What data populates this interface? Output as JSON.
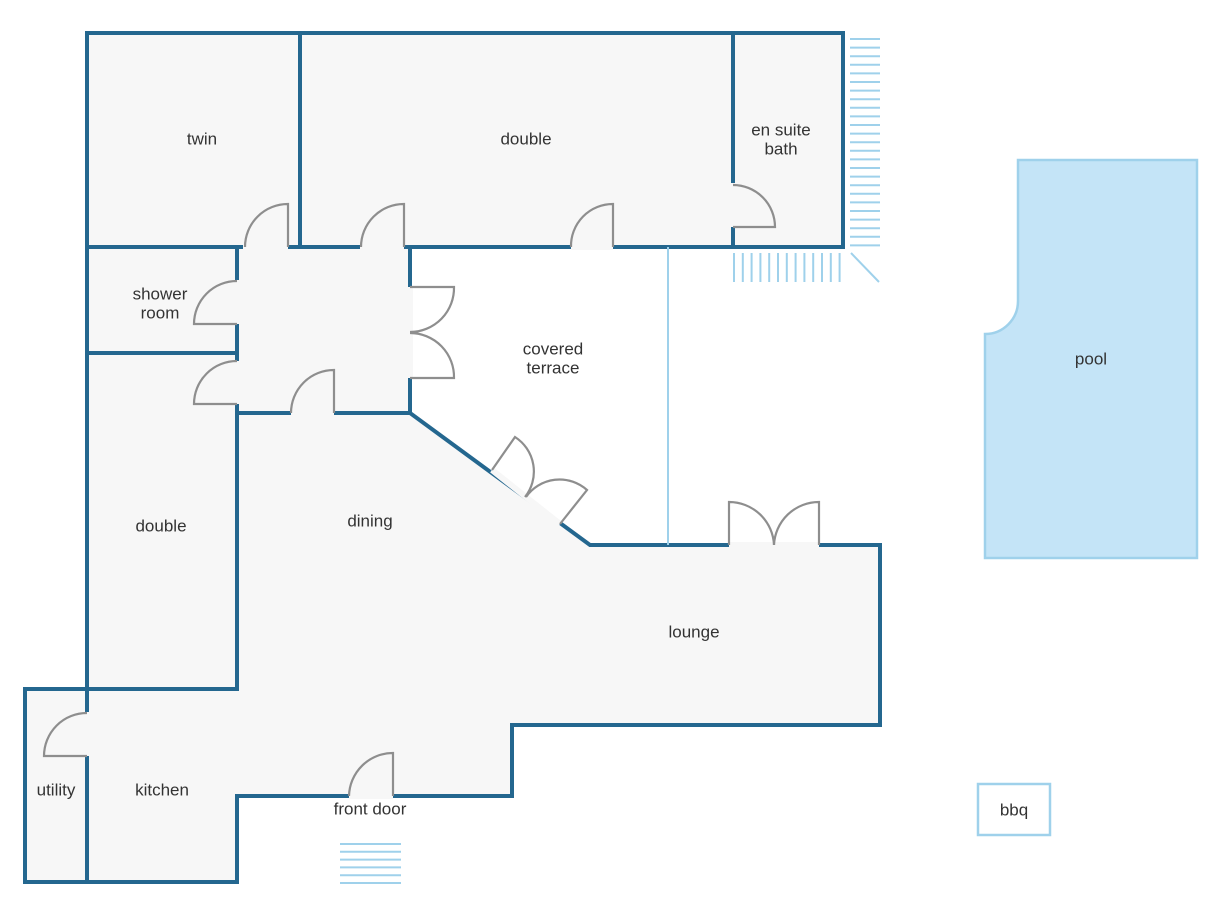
{
  "colors": {
    "wall": "#24678f",
    "floor": "#f7f7f7",
    "door": "#8e8e8e",
    "pool_fill": "#c4e4f7",
    "pool_stroke": "#9fd1eb",
    "steps": "#9fd1eb"
  },
  "rooms": {
    "twin": "twin",
    "double_top": "double",
    "en_suite_line1": "en suite",
    "en_suite_line2": "bath",
    "shower_line1": "shower",
    "shower_line2": "room",
    "covered_line1": "covered",
    "covered_line2": "terrace",
    "double_left": "double",
    "dining": "dining",
    "lounge": "lounge",
    "utility": "utility",
    "kitchen": "kitchen",
    "front_door": "front door",
    "pool": "pool",
    "bbq": "bbq"
  }
}
